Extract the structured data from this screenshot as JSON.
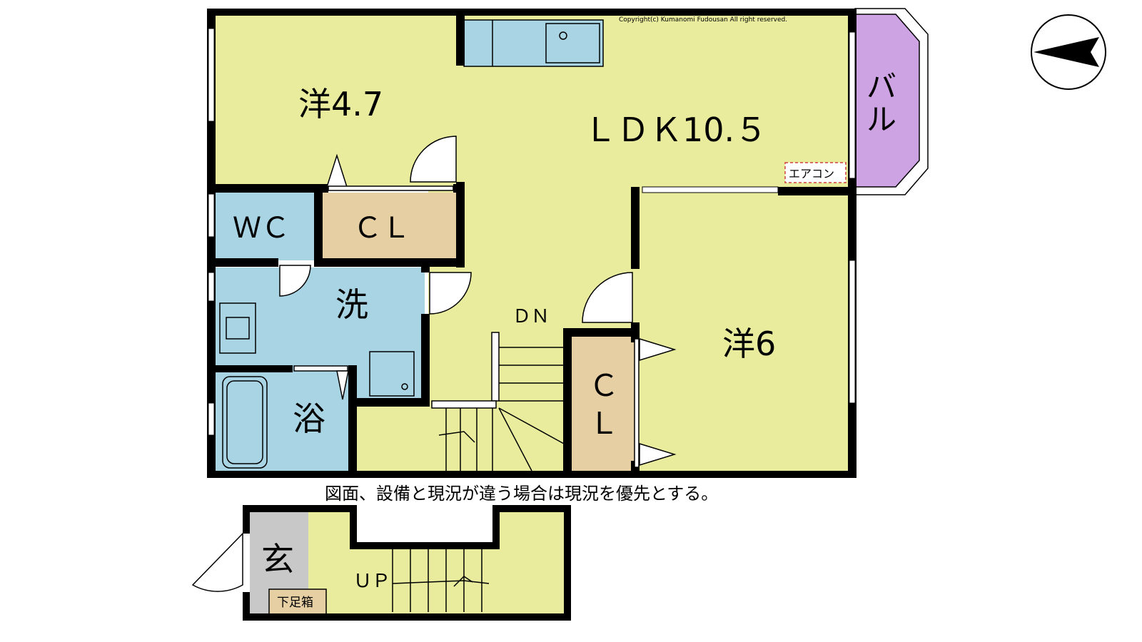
{
  "copyright": "Copyright(c) Kumanomi Fudousan All right reserved.",
  "rooms": {
    "western_1": "洋4.7",
    "ldk": "ＬＤＫ10.５",
    "wc": "ＷＣ",
    "closet_1": "ＣＬ",
    "washroom": "洗",
    "bath": "浴",
    "stairs_down": "ＤＮ",
    "closet_2_line1": "Ｃ",
    "closet_2_line2": "Ｌ",
    "western_2": "洋6",
    "balcony_line1": "バ",
    "balcony_line2": "ル",
    "aircon": "エアコン",
    "entrance": "玄",
    "shoe_box": "下足箱",
    "stairs_up": "ＵＰ"
  },
  "note": "図面、設備と現況が違う場合は現況を優先とする。",
  "icons": {
    "compass": "north-arrow-icon"
  },
  "colors": {
    "room": "#e8ec9c",
    "wet": "#a8d4e4",
    "closet": "#e6cfa2",
    "balcony": "#cda3e3",
    "entrance": "#c8c8c8",
    "wall": "#000000"
  }
}
